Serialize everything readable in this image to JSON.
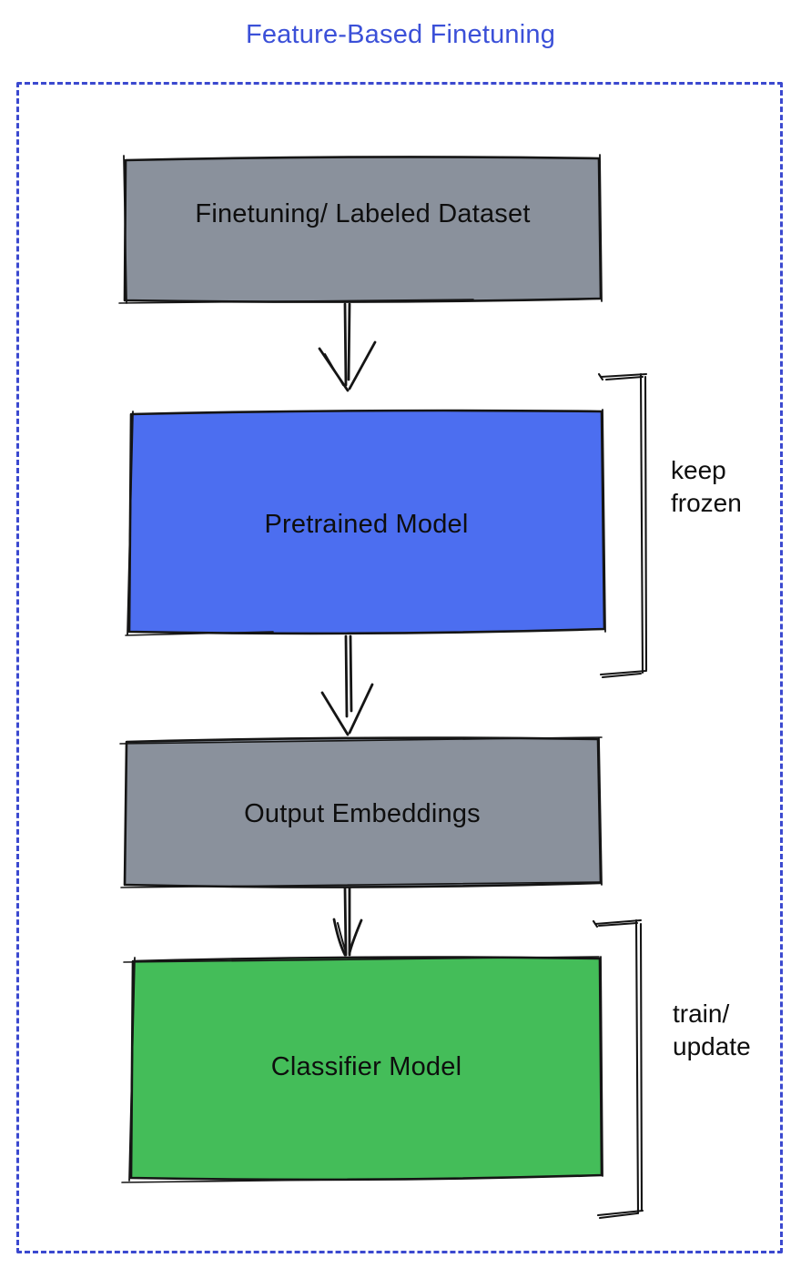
{
  "title": "Feature-Based Finetuning",
  "colors": {
    "title_text": "#3b50d8",
    "boundary_dash": "#3b49cf",
    "node_gray": "#8a919c",
    "node_blue": "#4c6ef0",
    "node_green": "#44bd59",
    "sketch_stroke": "#151515",
    "label_text": "#0e0e0e"
  },
  "diagram": {
    "nodes": [
      {
        "id": "dataset",
        "label": "Finetuning/ Labeled Dataset",
        "fill": "#8a919c"
      },
      {
        "id": "pretrained-model",
        "label": "Pretrained Model",
        "fill": "#4c6ef0"
      },
      {
        "id": "output-embeddings",
        "label": "Output Embeddings",
        "fill": "#8a919c"
      },
      {
        "id": "classifier-model",
        "label": "Classifier Model",
        "fill": "#44bd59"
      }
    ],
    "edges": [
      {
        "from": "dataset",
        "to": "pretrained-model"
      },
      {
        "from": "pretrained-model",
        "to": "output-embeddings"
      },
      {
        "from": "output-embeddings",
        "to": "classifier-model"
      }
    ],
    "annotations": [
      {
        "id": "keep-frozen",
        "applies_to": "pretrained-model",
        "label": "keep frozen",
        "lines": [
          "keep",
          "frozen"
        ]
      },
      {
        "id": "train-update",
        "applies_to": "classifier-model",
        "label": "train/ update",
        "lines": [
          "train/",
          "update"
        ]
      }
    ]
  }
}
